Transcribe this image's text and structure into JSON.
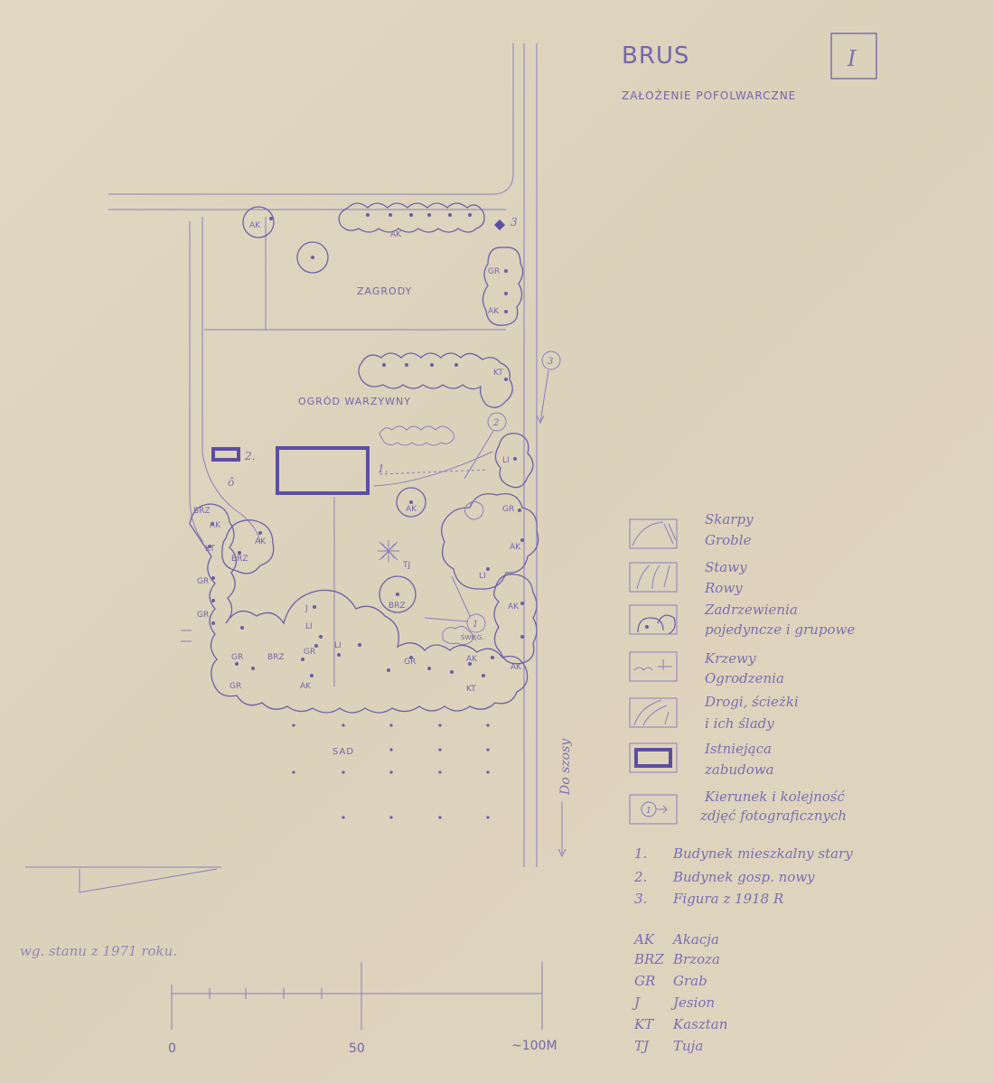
{
  "title": "BRUS",
  "sheet_number": "I",
  "subtitle": "ZAŁOŻENIE POFOLWARCZNE",
  "areas": {
    "zagrody": "ZAGRODY",
    "ogrod": "OGRÓD WARZYWNY",
    "sad": "SAD",
    "road": "Do szosy"
  },
  "markers": {
    "b1": "1.",
    "b2": "2.",
    "fig3": "3",
    "photo1": "1",
    "photo2": "2",
    "photo3": "3",
    "swieta": "ŚWIĘG."
  },
  "tree_labels": {
    "ak1": "AK",
    "ak2": "AK",
    "gr1": "GR",
    "ak3": "AK",
    "kt1": "KT",
    "li1": "LI",
    "gr2": "GR",
    "ak4": "AK",
    "li2": "LI",
    "ak5": "AK",
    "ak6": "AK",
    "tj": "TJ",
    "brz1": "BRZ",
    "j": "J",
    "brz2": "BRZ",
    "ak7": "AK",
    "kt2": "KT",
    "brz3": "BRZ",
    "gr3": "GR",
    "gr4": "GR",
    "ak8": "AK",
    "gr5": "GR",
    "brz4": "BRZ",
    "li3": "LI",
    "gr6": "GR",
    "li4": "LI",
    "gr7": "GR",
    "ak9": "AK",
    "gr8": "GR",
    "kt3": "KT",
    "ak10": "AK",
    "ak11": "AK"
  },
  "legend": [
    {
      "line1": "Skarpy",
      "line2": "Groble"
    },
    {
      "line1": "Stawy",
      "line2": "Rowy"
    },
    {
      "line1": "Zadrzewienia",
      "line2": "pojedyncze i grupowe"
    },
    {
      "line1": "Krzewy",
      "line2": "Ogrodzenia"
    },
    {
      "line1": "Drogi, ścieżki",
      "line2": "i ich ślady"
    },
    {
      "line1": "Istniejąca",
      "line2": "zabudowa"
    },
    {
      "line1": "Kierunek i kolejność",
      "line2": "zdjęć fotograficznych"
    }
  ],
  "buildings": [
    {
      "num": "1.",
      "text": "Budynek mieszkalny stary"
    },
    {
      "num": "2.",
      "text": "Budynek gosp. nowy"
    },
    {
      "num": "3.",
      "text": "Figura z 1918 R"
    }
  ],
  "species": [
    {
      "code": "AK",
      "name": "Akacja"
    },
    {
      "code": "BRZ",
      "name": "Brzoza"
    },
    {
      "code": "GR",
      "name": "Grab"
    },
    {
      "code": "J",
      "name": "Jesion"
    },
    {
      "code": "KT",
      "name": "Kasztan"
    },
    {
      "code": "TJ",
      "name": "Tuja"
    }
  ],
  "state_note": "wg. stanu z 1971 roku.",
  "scale": {
    "zero": "0",
    "mid": "50",
    "end": "~100M"
  },
  "colors": {
    "ink": "#6e62a8",
    "paper": "#ded3bd",
    "building": "#5b4ea3"
  }
}
